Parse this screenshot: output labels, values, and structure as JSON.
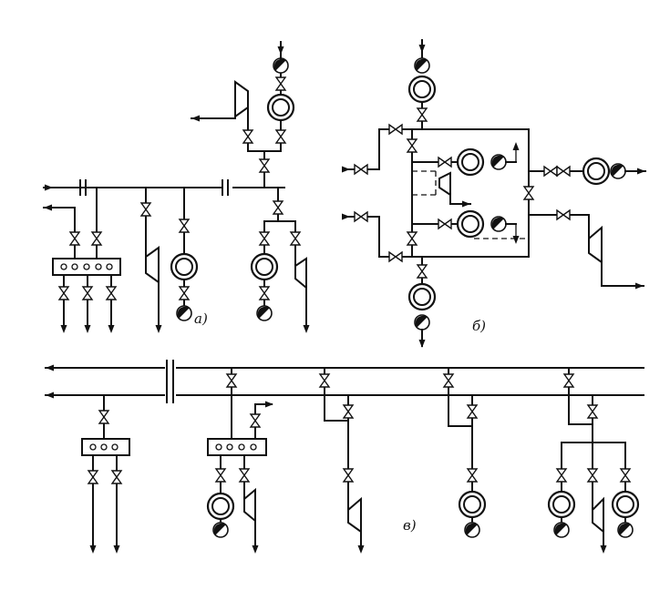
{
  "labels": {
    "a": "а)",
    "b": "б)",
    "v": "в)"
  },
  "palette": {
    "ink": "#111111",
    "paper": "#ffffff"
  }
}
